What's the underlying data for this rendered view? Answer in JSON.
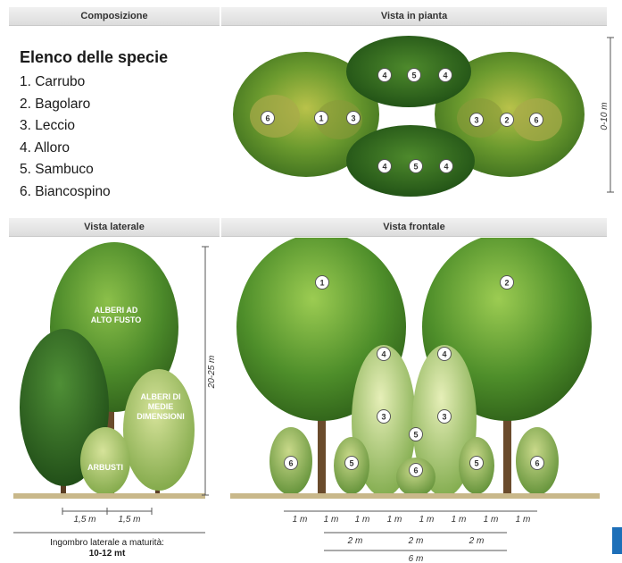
{
  "headers": {
    "composition": "Composizione",
    "plan_view": "Vista in pianta",
    "side_view": "Vista laterale",
    "front_view": "Vista frontale"
  },
  "species": {
    "title": "Elenco delle specie",
    "items": [
      "1. Carrubo",
      "2. Bagolaro",
      "3. Leccio",
      "4. Alloro",
      "5. Sambuco",
      "6. Biancospino"
    ]
  },
  "plan": {
    "width_label": "0-10 m",
    "markers": [
      "6",
      "1",
      "3",
      "4",
      "5",
      "4",
      "3",
      "2",
      "6",
      "4",
      "5",
      "4"
    ]
  },
  "side": {
    "height_label": "20-25 m",
    "label_tall": [
      "ALBERI AD",
      "ALTO FUSTO"
    ],
    "label_medium": [
      "ALBERI DI",
      "MEDIE",
      "DIMENSIONI"
    ],
    "label_shrubs": "ARBUSTI",
    "spacing_left": "1,5 m",
    "spacing_right": "1,5 m",
    "footnote_line1": "Ingombro laterale a maturità:",
    "footnote_line2": "10-12 mt"
  },
  "front": {
    "markers_top": [
      "1",
      "2"
    ],
    "markers_mid": [
      "4",
      "4",
      "3",
      "3",
      "5"
    ],
    "markers_low": [
      "6",
      "5",
      "6",
      "5",
      "6"
    ],
    "row1": [
      "1 m",
      "1 m",
      "1 m",
      "1 m",
      "1 m",
      "1 m",
      "1 m",
      "1 m"
    ],
    "row2": [
      "2 m",
      "2 m",
      "2 m"
    ],
    "row3": "6 m"
  }
}
